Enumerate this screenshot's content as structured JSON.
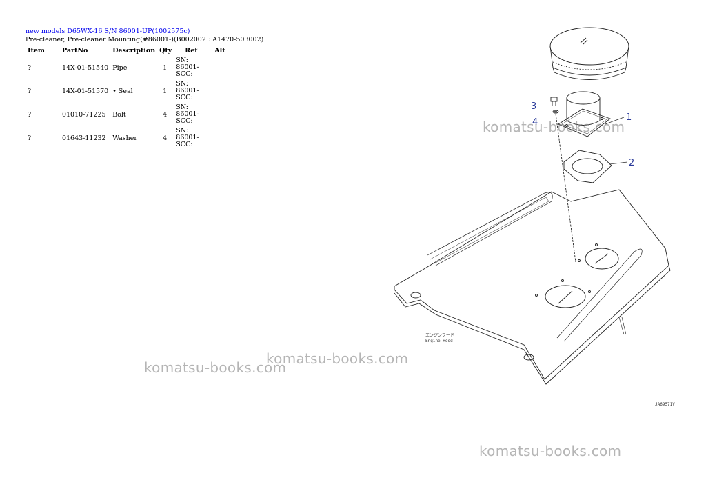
{
  "breadcrumb": {
    "link1": "new models",
    "link2": "D65WX-16 S/N 86001-UP(1002575c)"
  },
  "title": "Pre-cleaner, Pre-cleaner Mounting(#86001-)(B002002 : A1470-503002)",
  "table": {
    "headers": [
      "Item",
      "PartNo",
      "Description",
      "Qty",
      "Ref",
      "Alt"
    ],
    "rows": [
      {
        "item": "?",
        "part_no": "14X-01-51540",
        "description": "Pipe",
        "qty": "1",
        "ref": "SN: 86001-SCC:",
        "alt": ""
      },
      {
        "item": "?",
        "part_no": "14X-01-51570",
        "description": "• Seal",
        "qty": "1",
        "ref": "SN: 86001-SCC:",
        "alt": ""
      },
      {
        "item": "?",
        "part_no": "01010-71225",
        "description": "Bolt",
        "qty": "4",
        "ref": "SN: 86001-SCC:",
        "alt": ""
      },
      {
        "item": "?",
        "part_no": "01643-11232",
        "description": "Washer",
        "qty": "4",
        "ref": "SN: 86001-SCC:",
        "alt": ""
      }
    ]
  },
  "diagram": {
    "callouts": [
      "1",
      "2",
      "3",
      "4"
    ],
    "label_jp": "エンジンフード",
    "label_en": "Engine Hood",
    "code": "JA69571V",
    "callout_color": "#2a3a9a"
  },
  "watermark": "komatsu-books.com"
}
